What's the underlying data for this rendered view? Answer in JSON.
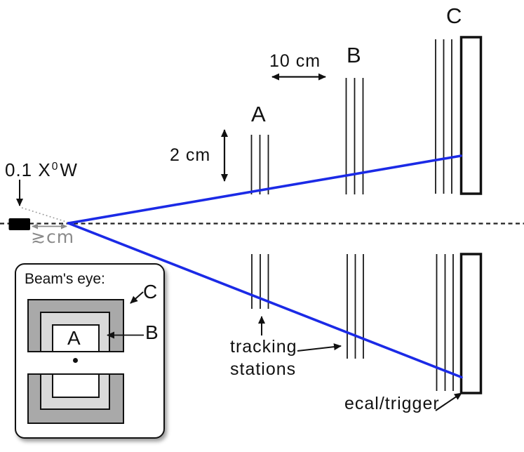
{
  "colors": {
    "track_blue": "#1b2ae6",
    "ink_black": "#111111",
    "annotation_gray": "#8a8a8a",
    "dotted_gray": "#999999",
    "inset_dark_gray": "#a9a9a9",
    "inset_light_gray": "#d9d9d9"
  },
  "main": {
    "target": {
      "label_prefix": "0.1 X",
      "label_sup": "0",
      "label_suffix": "W"
    },
    "offset_label": "≳cm",
    "dim_horizontal": "10 cm",
    "dim_vertical": "2 cm",
    "stations": {
      "a": "A",
      "b": "B",
      "c": "C"
    },
    "tracking_caption": {
      "line1": "tracking",
      "line2": "stations"
    },
    "ecal_caption": "ecal/trigger"
  },
  "inset": {
    "title": "Beam's eye:",
    "labels": {
      "a": "A",
      "b": "B",
      "c": "C"
    }
  }
}
